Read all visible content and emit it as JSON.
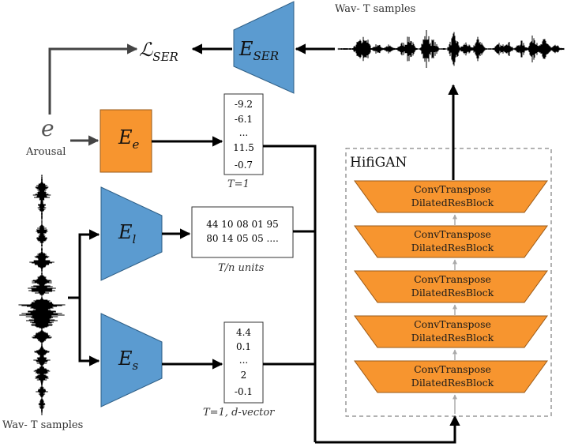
{
  "top_wav_label": "Wav- T samples",
  "bottom_wav_label": "Wav- T samples",
  "loss_label": "ℒ",
  "loss_sub": "SER",
  "ser_encoder": {
    "main": "E",
    "sub": "SER"
  },
  "emotion_input": {
    "symbol": "e",
    "caption": "Arousal"
  },
  "emotion_encoder": {
    "main": "E",
    "sub": "e"
  },
  "emotion_vector": {
    "values": [
      "-9.2",
      "-6.1",
      "...",
      "11.5",
      "-0.7"
    ],
    "caption": "T=1"
  },
  "lexical_encoder": {
    "main": "E",
    "sub": "l"
  },
  "units_box": {
    "row1": "44 10 08 01 95",
    "row2": "80 14 05 05 ....",
    "caption": "T/n units"
  },
  "speaker_encoder": {
    "main": "E",
    "sub": "s"
  },
  "speaker_vector": {
    "values": [
      "4.4",
      "0.1",
      "...",
      "2",
      "-0.1"
    ],
    "caption": "T=1, d-vector"
  },
  "hifigan": {
    "title": "HifiGAN",
    "blocks": [
      {
        "line1": "ConvTranspose",
        "line2": "DilatedResBlock"
      },
      {
        "line1": "ConvTranspose",
        "line2": "DilatedResBlock"
      },
      {
        "line1": "ConvTranspose",
        "line2": "DilatedResBlock"
      },
      {
        "line1": "ConvTranspose",
        "line2": "DilatedResBlock"
      },
      {
        "line1": "ConvTranspose",
        "line2": "DilatedResBlock"
      }
    ]
  },
  "colors": {
    "encoder_blue": "#5b9bd0",
    "orange": "#f7952f",
    "dashed_border": "#666666",
    "waveform": "#000000"
  }
}
